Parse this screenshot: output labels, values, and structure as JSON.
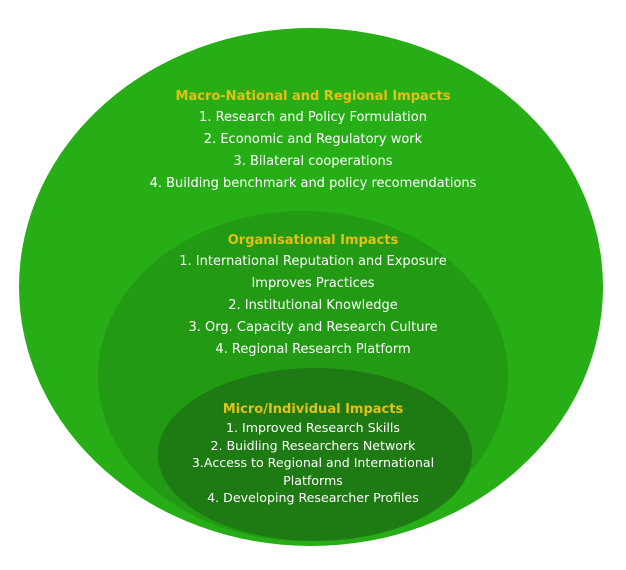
{
  "macro": {
    "heading": "Macro-National and Regional Impacts",
    "items": [
      "1. Research and Policy Formulation",
      "2. Economic and Regulatory work",
      "3. Bilateral cooperations",
      "4. Building benchmark and policy recomendations"
    ]
  },
  "organisational": {
    "heading": "Organisational Impacts",
    "items": [
      "1. International Reputation and Exposure Improves Practices",
      "2. Institutional Knowledge",
      "3. Org. Capacity and Research Culture",
      "4. Regional Research Platform"
    ]
  },
  "micro": {
    "heading": "Micro/Individual Impacts",
    "items": [
      "1. Improved Research Skills",
      "2. Buidling Researchers Network",
      "3.Access to Regional and International Platforms",
      "4. Developing Researcher Profiles"
    ]
  },
  "colors": {
    "outer": "#27ae16",
    "middle": "#239a13",
    "inner": "#1e7a12",
    "heading": "#e3c013",
    "text": "#ffffff"
  }
}
